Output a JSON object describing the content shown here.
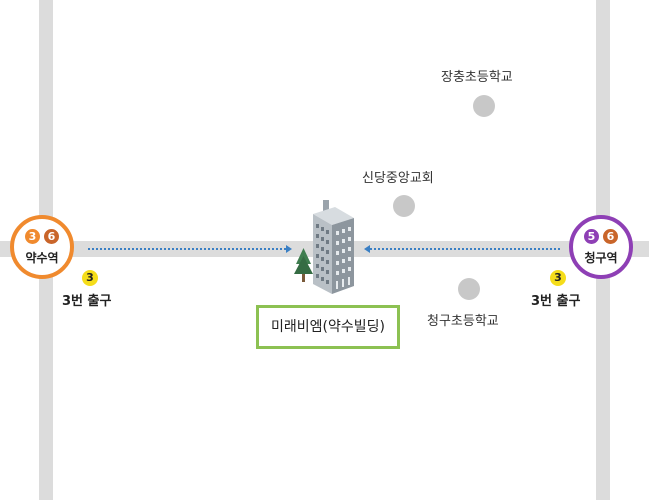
{
  "colors": {
    "road": "#dcdcdc",
    "route": "#3a7fc4",
    "target_border": "#8cc152",
    "exit_badge": "#f5dd1a",
    "landmark": "#c8c8c8"
  },
  "stations": {
    "left": {
      "name": "약수역",
      "ring_color": "#f08a2e",
      "lines": [
        {
          "number": "3",
          "color": "#f08a2e"
        },
        {
          "number": "6",
          "color": "#c9652a"
        }
      ]
    },
    "right": {
      "name": "청구역",
      "ring_color": "#8e3fb5",
      "lines": [
        {
          "number": "5",
          "color": "#8e3fb5"
        },
        {
          "number": "6",
          "color": "#c9652a"
        }
      ]
    }
  },
  "exits": {
    "left": {
      "number": "3",
      "label": "3번 출구"
    },
    "right": {
      "number": "3",
      "label": "3번 출구"
    }
  },
  "landmarks": {
    "jangchung": "장충초등학교",
    "sindang": "신당중앙교회",
    "cheonggu": "청구초등학교"
  },
  "target": {
    "name": "미래비엠(약수빌딩)"
  }
}
